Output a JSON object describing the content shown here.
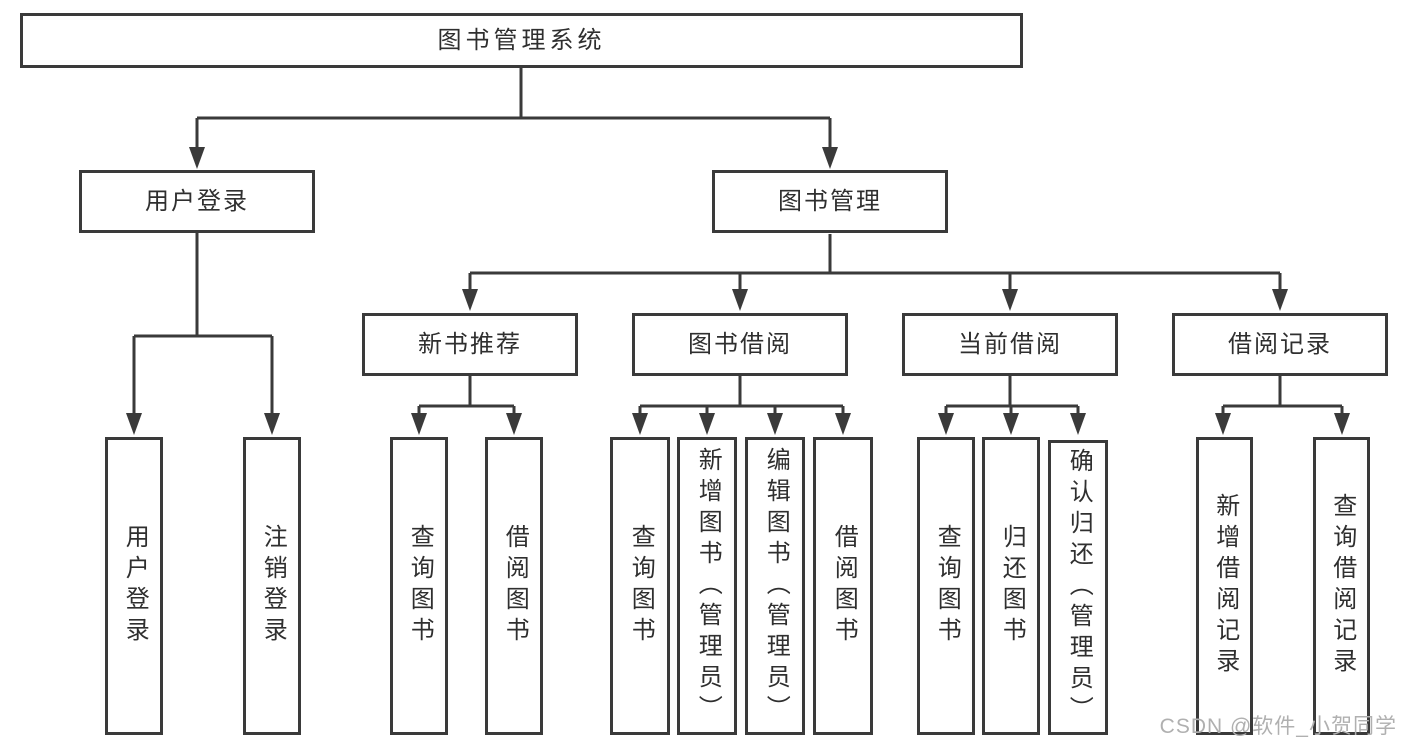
{
  "diagram_title": "图书管理系统",
  "nodes": {
    "root": "图书管理系统",
    "user_login": "用户登录",
    "book_management": "图书管理",
    "new_book_recommend": "新书推荐",
    "book_borrow": "图书借阅",
    "current_borrow": "当前借阅",
    "borrow_record": "借阅记录"
  },
  "leaves": {
    "user_login": "用户登录",
    "logout": "注销登录",
    "query_book_recommend": "查询图书",
    "borrow_book_recommend": "借阅图书",
    "query_book_borrow": "查询图书",
    "add_book_admin": "新增图书（管理员）",
    "edit_book_admin": "编辑图书（管理员）",
    "borrow_book": "借阅图书",
    "query_book_current": "查询图书",
    "return_book": "归还图书",
    "confirm_return_admin": "确认归还（管理员）",
    "add_borrow_record": "新增借阅记录",
    "query_borrow_record": "查询借阅记录"
  },
  "watermark": "CSDN @软件_小贺同学",
  "colors": {
    "line": "#3a3a3a",
    "text": "#2f2f2f",
    "watermark": "#b0b0b0",
    "background": "#ffffff"
  }
}
